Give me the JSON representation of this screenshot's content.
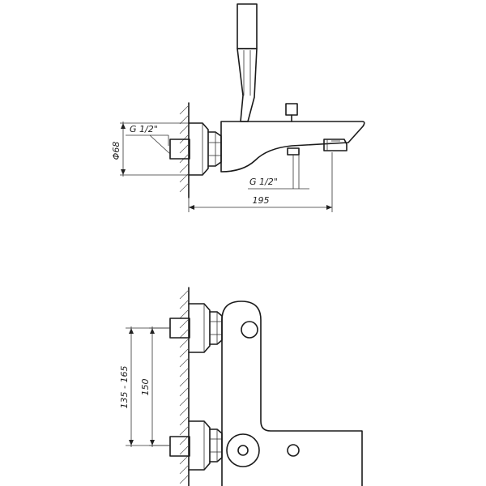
{
  "top_view": {
    "thread_left": "G 1/2\"",
    "diameter": "Φ68",
    "thread_bottom": "G 1/2\"",
    "width": "195"
  },
  "front_view": {
    "adjust_range": "135 - 165",
    "center_distance": "150"
  }
}
